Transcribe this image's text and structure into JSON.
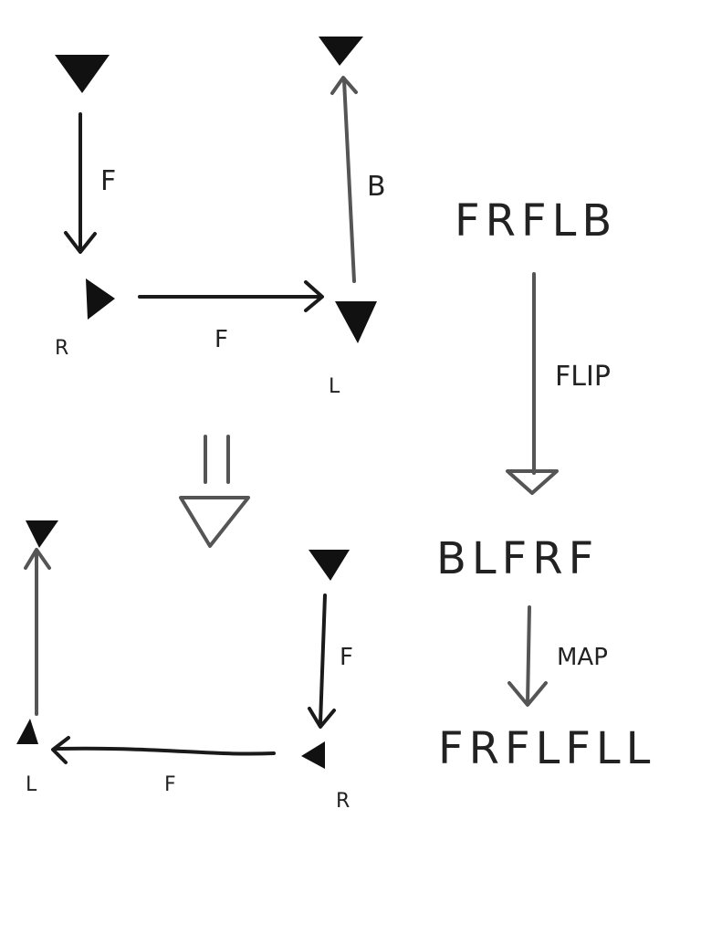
{
  "top_diagram": {
    "edge_down_label": "F",
    "edge_right_label": "F",
    "edge_up_label": "B",
    "node_left_label": "R",
    "node_right_label": "L"
  },
  "bottom_diagram": {
    "edge_down_label": "F",
    "edge_left_label": "F",
    "node_left_label": "L",
    "node_right_label": "R"
  },
  "sequence": {
    "original": "FRFLB",
    "op1": "FLIP",
    "flipped": "BLFRF",
    "op2": "MAP",
    "mapped": "FRFLFLL"
  }
}
